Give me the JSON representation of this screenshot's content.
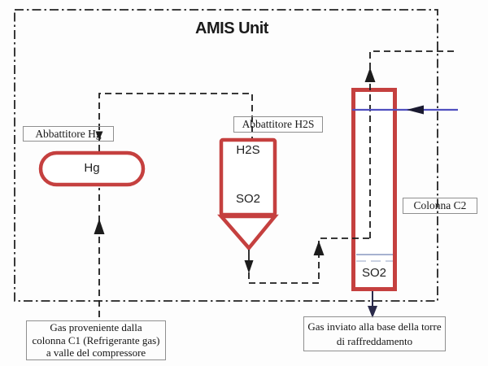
{
  "diagram": {
    "title": "AMIS Unit",
    "equipment": {
      "hg_scrubber": {
        "tag_label": "Abbattitore Hg",
        "vessel_label": "Hg"
      },
      "h2s_scrubber": {
        "tag_label": "Abbattitore H2S",
        "top_label": "H2S",
        "bottom_label": "SO2"
      },
      "column_c2": {
        "tag_label": "Colonna C2",
        "sump_label": "SO2"
      }
    },
    "streams": {
      "inlet_note": {
        "line1": "Gas proveniente dalla",
        "line2": "colonna C1 (Refrigerante gas)",
        "line3": "a valle del compressore"
      },
      "outlet_note": {
        "line1": "Gas inviato alla base della torre",
        "line2": "di raffreddamento"
      }
    },
    "colors": {
      "vessel_red": "#c5403f",
      "stream_blue": "#5050c0",
      "line_dark": "#1c1c1c"
    }
  }
}
